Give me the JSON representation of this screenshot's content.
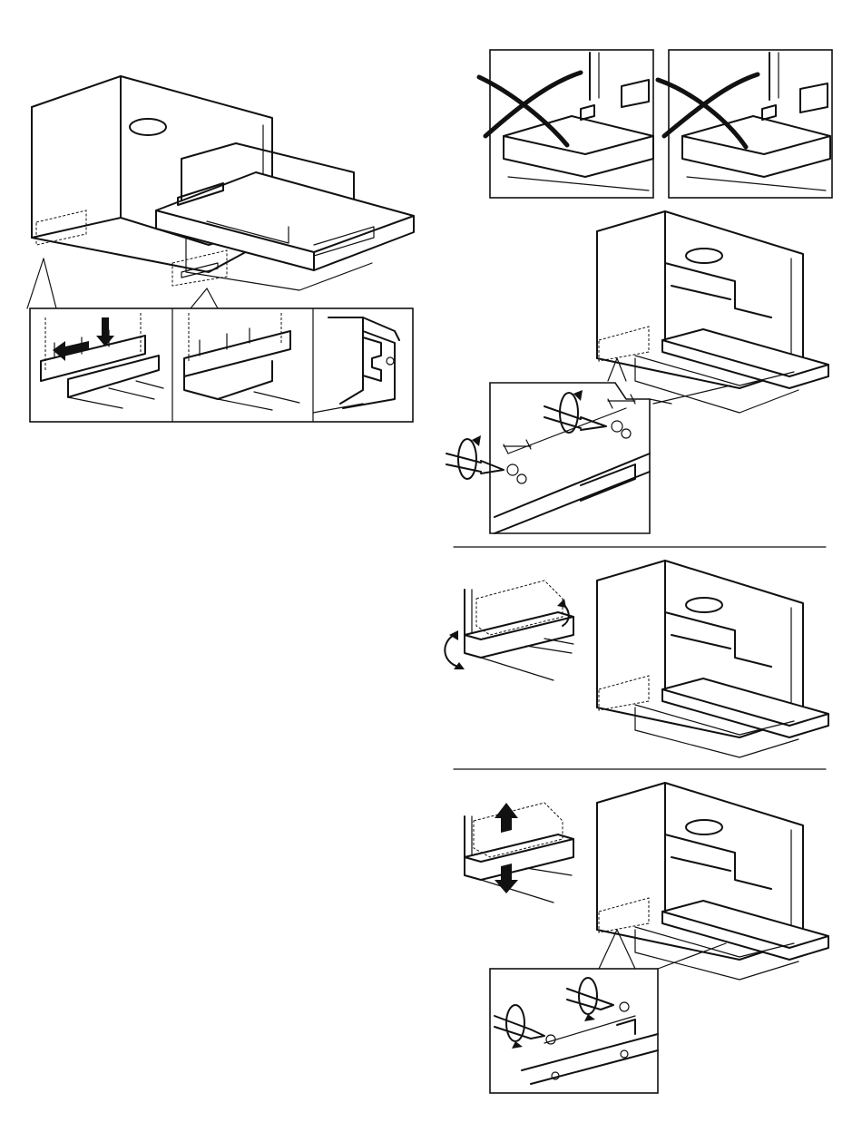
{
  "page": {
    "background": "#ffffff",
    "line_color": "#111111"
  },
  "figures": [
    {
      "name": "cabinet-with-hood-overview",
      "callouts": 2
    },
    {
      "name": "bracket-insert-detail-panels",
      "panels": 3
    },
    {
      "name": "incorrect-mounting-examples",
      "count": 2,
      "mark": "cross-icon"
    },
    {
      "name": "cabinet-with-fixing-screws",
      "callouts": 1
    },
    {
      "name": "rotate-bracket-adjustment",
      "mark": "rotate-arrows-icon"
    },
    {
      "name": "lift-and-lower-adjustment",
      "mark": "up-down-arrows-icon"
    }
  ]
}
